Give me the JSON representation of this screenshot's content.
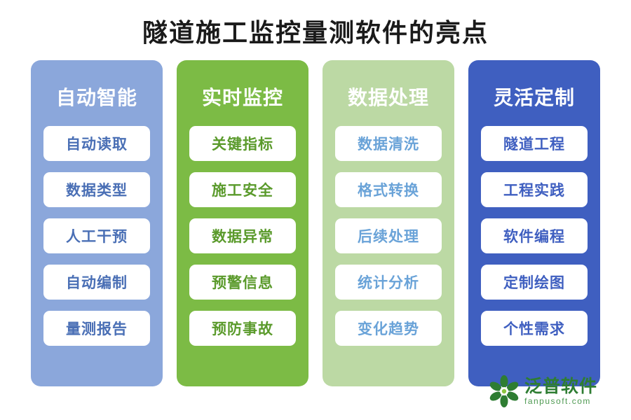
{
  "title": "隧道施工监控量测软件的亮点",
  "colors": {
    "col1_bg": "#8ba7db",
    "col1_text": "#4a6fb5",
    "col2_bg": "#7cbb45",
    "col2_text": "#5a9a2b",
    "col3_bg": "#bcd9a4",
    "col3_text": "#6aa3d8",
    "col4_bg": "#3f5fc0",
    "col4_text": "#3f5fc0",
    "title_color": "#1a1a1a",
    "logo_green": "#2e7d32"
  },
  "columns": [
    {
      "heading": "自动智能",
      "items": [
        "自动读取",
        "数据类型",
        "人工干预",
        "自动编制",
        "量测报告"
      ]
    },
    {
      "heading": "实时监控",
      "items": [
        "关键指标",
        "施工安全",
        "数据异常",
        "预警信息",
        "预防事故"
      ]
    },
    {
      "heading": "数据处理",
      "items": [
        "数据清洗",
        "格式转换",
        "后续处理",
        "统计分析",
        "变化趋势"
      ]
    },
    {
      "heading": "灵活定制",
      "items": [
        "隧道工程",
        "工程实践",
        "软件编程",
        "定制绘图",
        "个性需求"
      ]
    }
  ],
  "logo": {
    "name_cn": "泛普软件",
    "name_en": "fanpusoft.com",
    "mark": "flower-logo-icon"
  }
}
